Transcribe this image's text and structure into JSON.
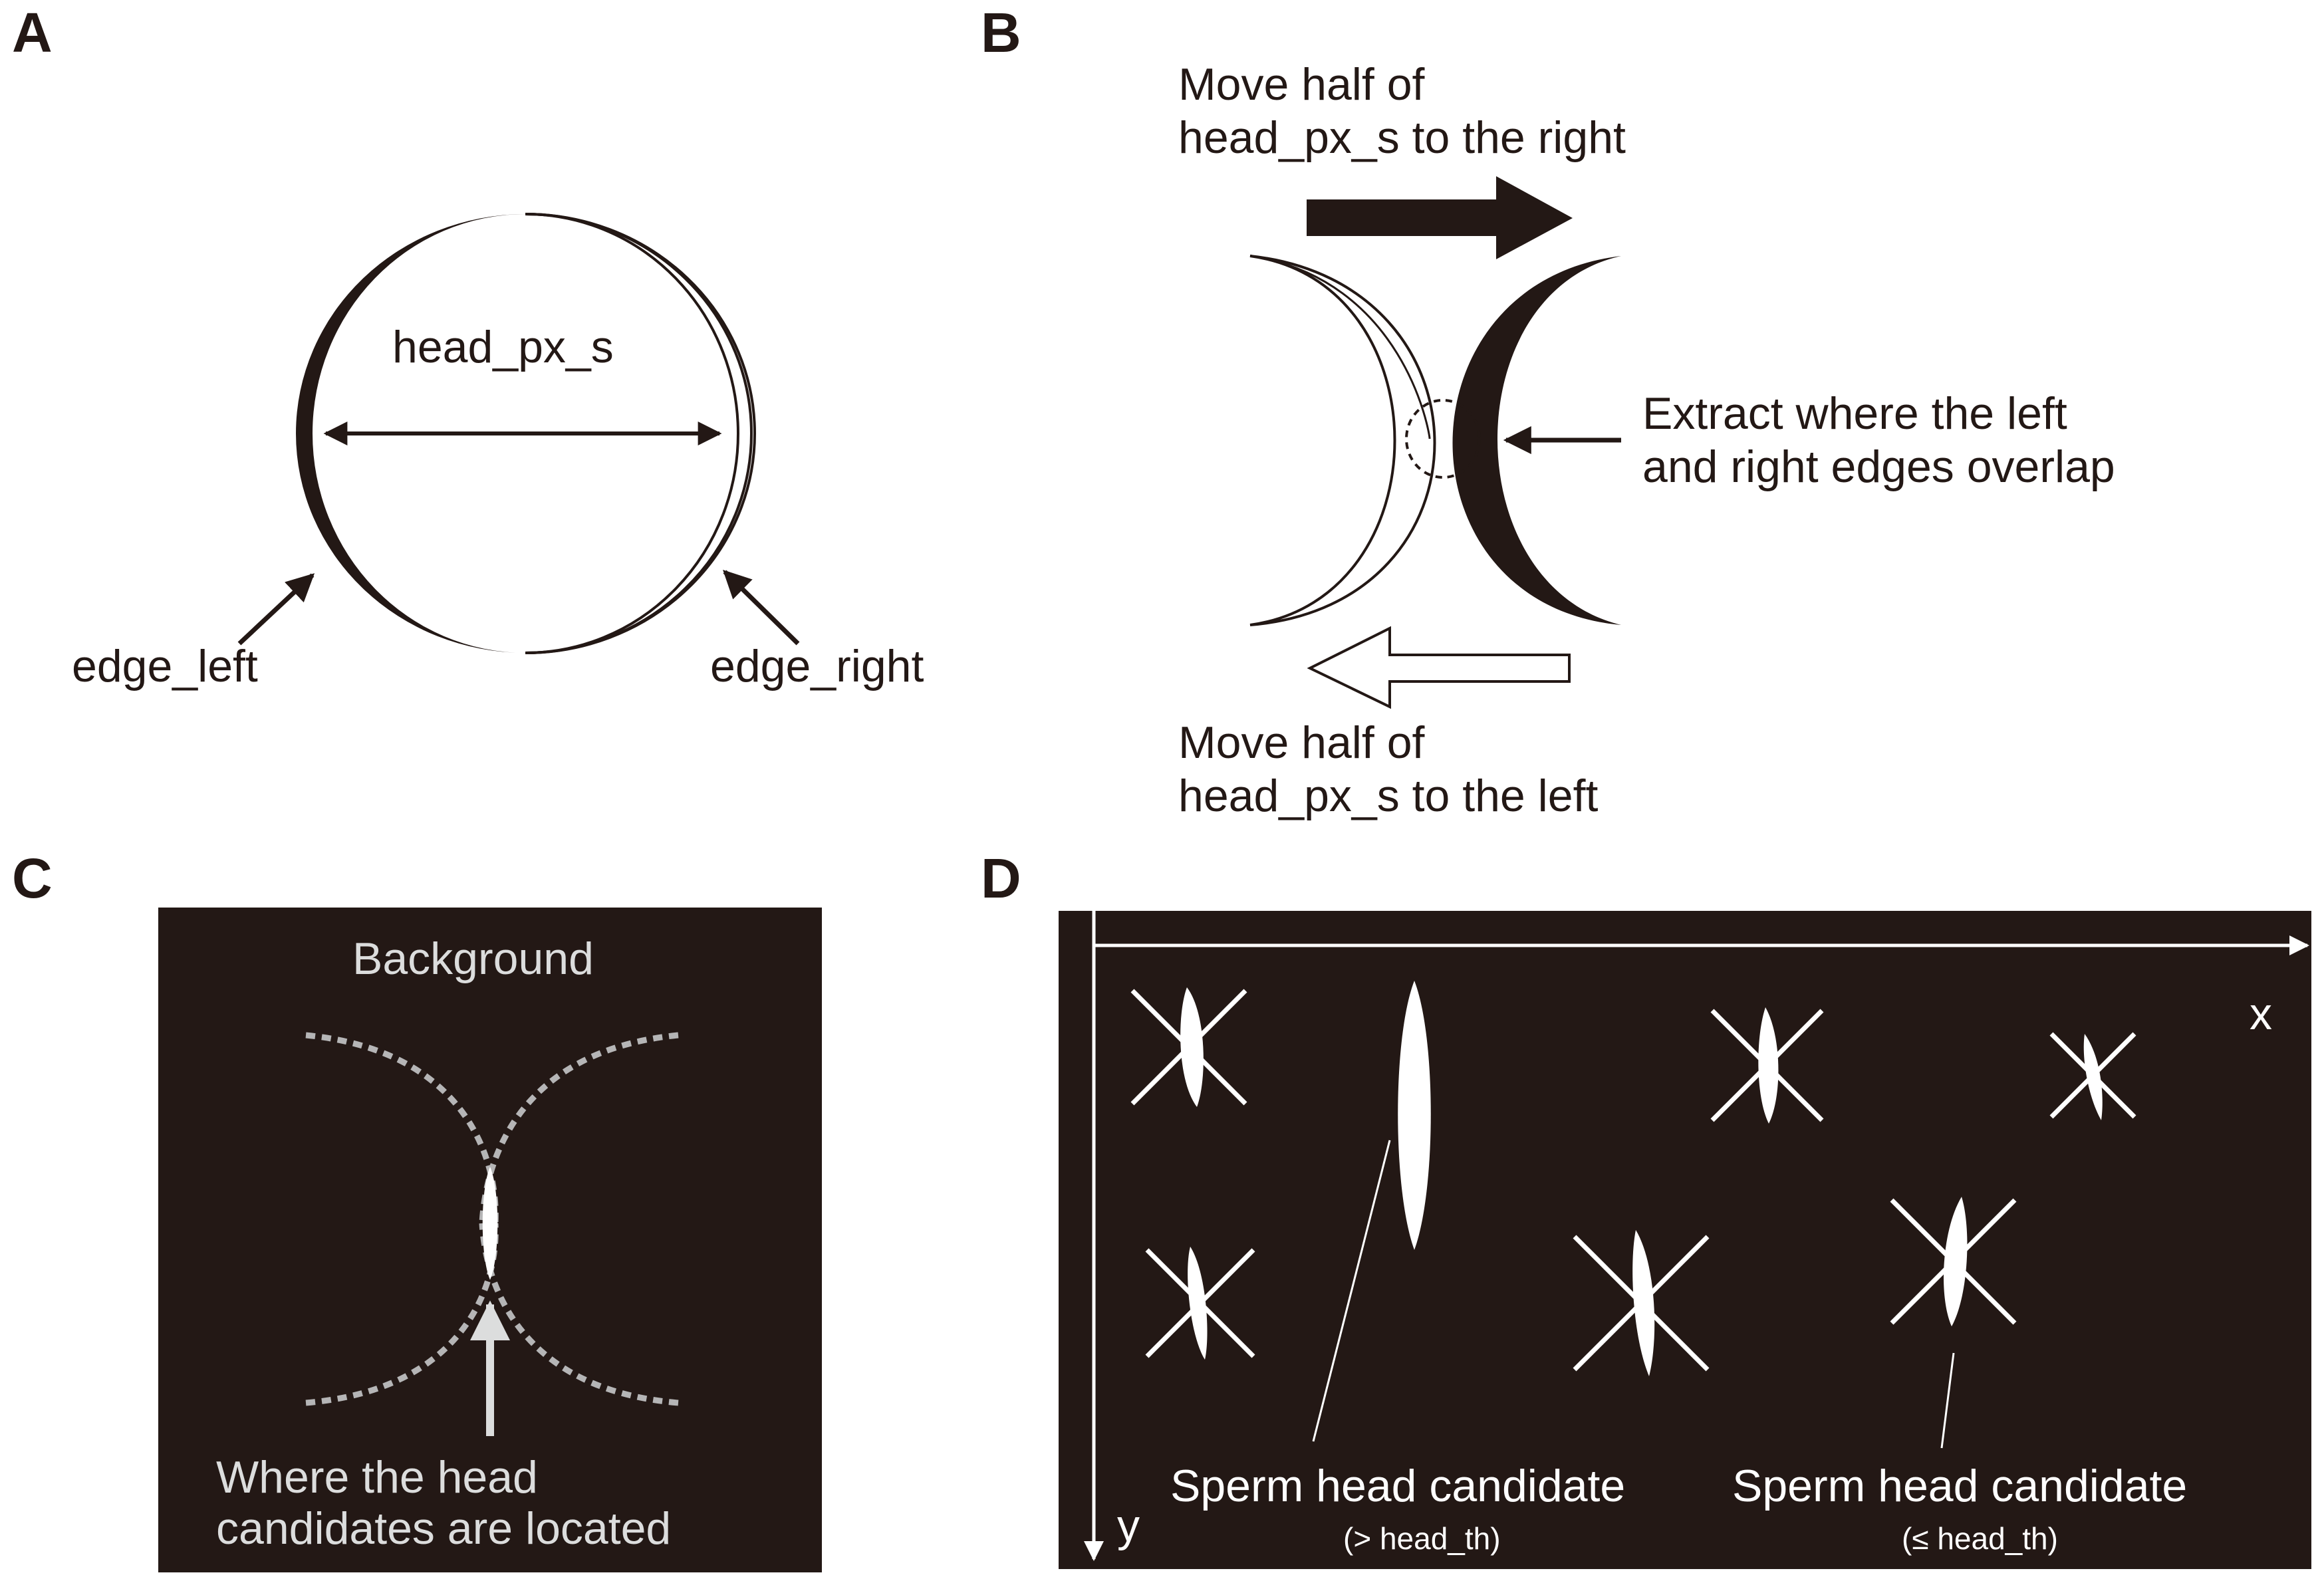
{
  "colors": {
    "ink": "#231815",
    "white": "#ffffff",
    "gray": "#dcdddd"
  },
  "panels": {
    "a": "A",
    "b": "B",
    "c": "C",
    "d": "D"
  },
  "panel_a": {
    "diameter_label": "head_px_s",
    "edge_left_label": "edge_left",
    "edge_right_label": "edge_right"
  },
  "panel_b": {
    "move_right_line1": "Move half of",
    "move_right_line2": "head_px_s to the right",
    "extract_line1": "Extract where the left",
    "extract_line2": "and right edges overlap",
    "move_left_line1": "Move half of",
    "move_left_line2": "head_px_s to the left"
  },
  "panel_c": {
    "background_label": "Background",
    "location_line1": "Where the head",
    "location_line2": "candidates are located"
  },
  "panel_d": {
    "x_axis_label": "x",
    "y_axis_label": "y",
    "candidate_large_label": "Sperm head candidate",
    "candidate_large_note": "(> head_th)",
    "candidate_small_label": "Sperm head candidate",
    "candidate_small_note": "(≤ head_th)"
  }
}
